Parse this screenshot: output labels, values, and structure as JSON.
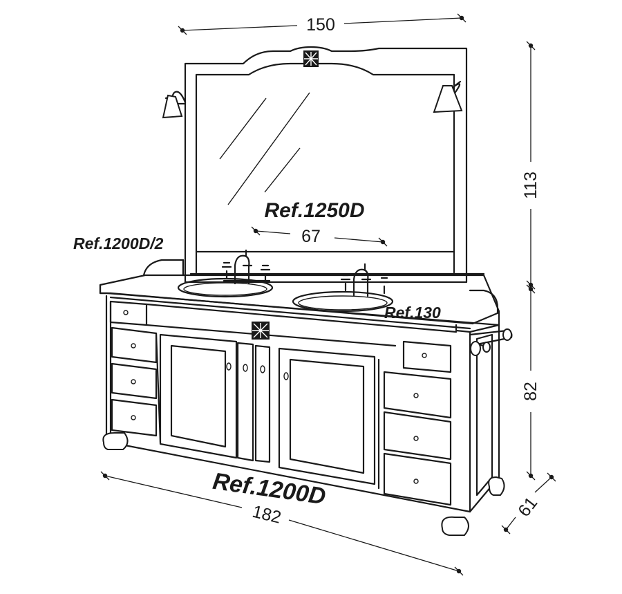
{
  "references": {
    "mirror": "Ref.1250D",
    "vanity": "Ref.1200D",
    "backsplash": "Ref.1200D/2",
    "towel_bar": "Ref.130"
  },
  "dimensions": {
    "mirror_width": "150",
    "mirror_height": "113",
    "basin_spacing": "67",
    "vanity_height": "82",
    "vanity_width": "182",
    "vanity_depth": "61"
  }
}
